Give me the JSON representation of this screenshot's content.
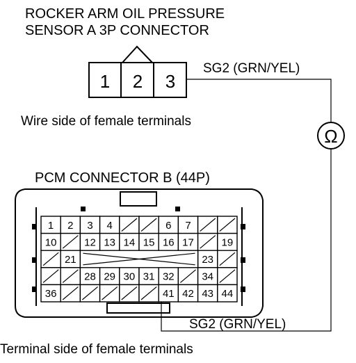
{
  "sensor": {
    "title_line1": "ROCKER ARM OIL PRESSURE",
    "title_line2": "SENSOR A 3P CONNECTOR",
    "terminals": [
      "1",
      "2",
      "3"
    ],
    "wire_label": "SG2 (GRN/YEL)",
    "caption": "Wire side of female terminals"
  },
  "meter": {
    "symbol": "Ω",
    "name": "ohmmeter-symbol"
  },
  "pcm": {
    "title": "PCM CONNECTOR B (44P)",
    "wire_label": "SG2 (GRN/YEL)",
    "caption": "Terminal side of female terminals",
    "rows": [
      [
        "1",
        "2",
        "3",
        "4",
        "/",
        "/",
        "6",
        "7",
        "/",
        "/"
      ],
      [
        "10",
        "/",
        "12",
        "13",
        "14",
        "15",
        "16",
        "17",
        "/",
        "19"
      ],
      [
        "/",
        "21",
        "x",
        "x",
        "x",
        "x",
        "x",
        "x",
        "23",
        "/"
      ],
      [
        "/",
        "/",
        "28",
        "29",
        "30",
        "31",
        "32",
        "/",
        "34",
        "/"
      ],
      [
        "36",
        "/",
        "/",
        "/",
        "/",
        "/",
        "41",
        "42",
        "43",
        "44"
      ]
    ]
  }
}
